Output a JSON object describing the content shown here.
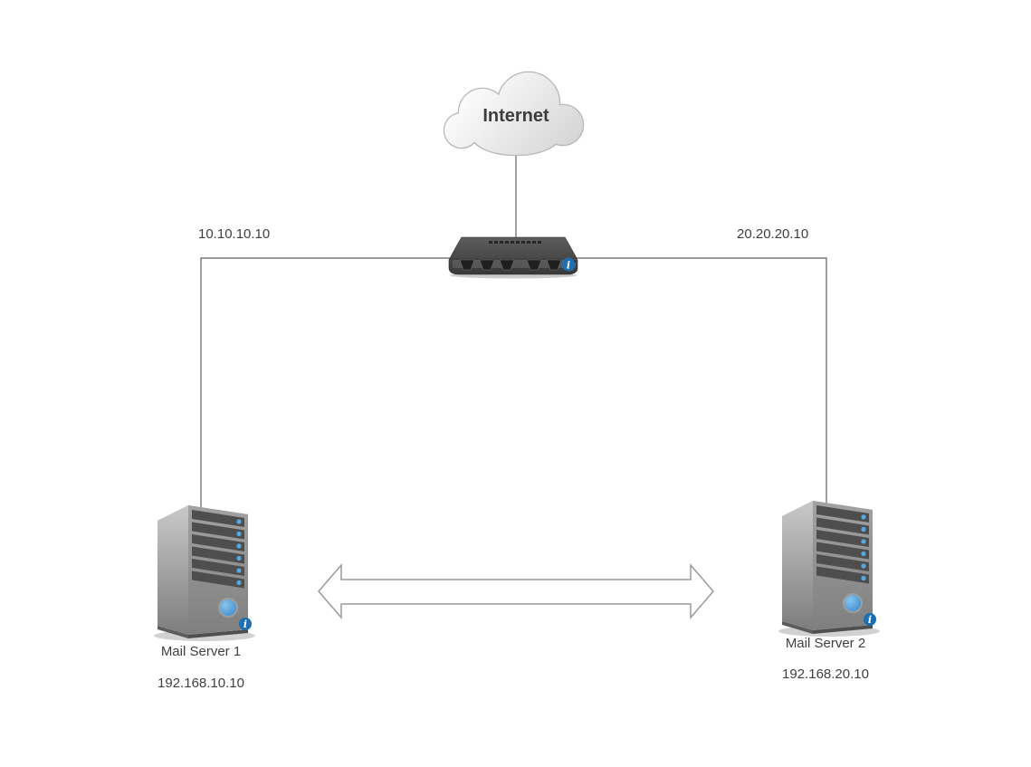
{
  "diagram": {
    "cloud": {
      "label": "Internet"
    },
    "router": {
      "left_ip": "10.10.10.10",
      "right_ip": "20.20.20.10"
    },
    "servers": [
      {
        "name": "Mail Server 1",
        "ip": "192.168.10.10"
      },
      {
        "name": "Mail Server 2",
        "ip": "192.168.20.10"
      }
    ],
    "colors": {
      "info_badge_blue": "#1e6eb0",
      "led_blue": "#55a8e2",
      "connection_line": "#606060",
      "arrow_outline": "#9a9a9a",
      "label_text": "#3f3f3f",
      "device_dark": "#3d3d3d",
      "cloud_border": "#b8b8b8"
    }
  },
  "icons": {
    "info_glyph": "i"
  }
}
